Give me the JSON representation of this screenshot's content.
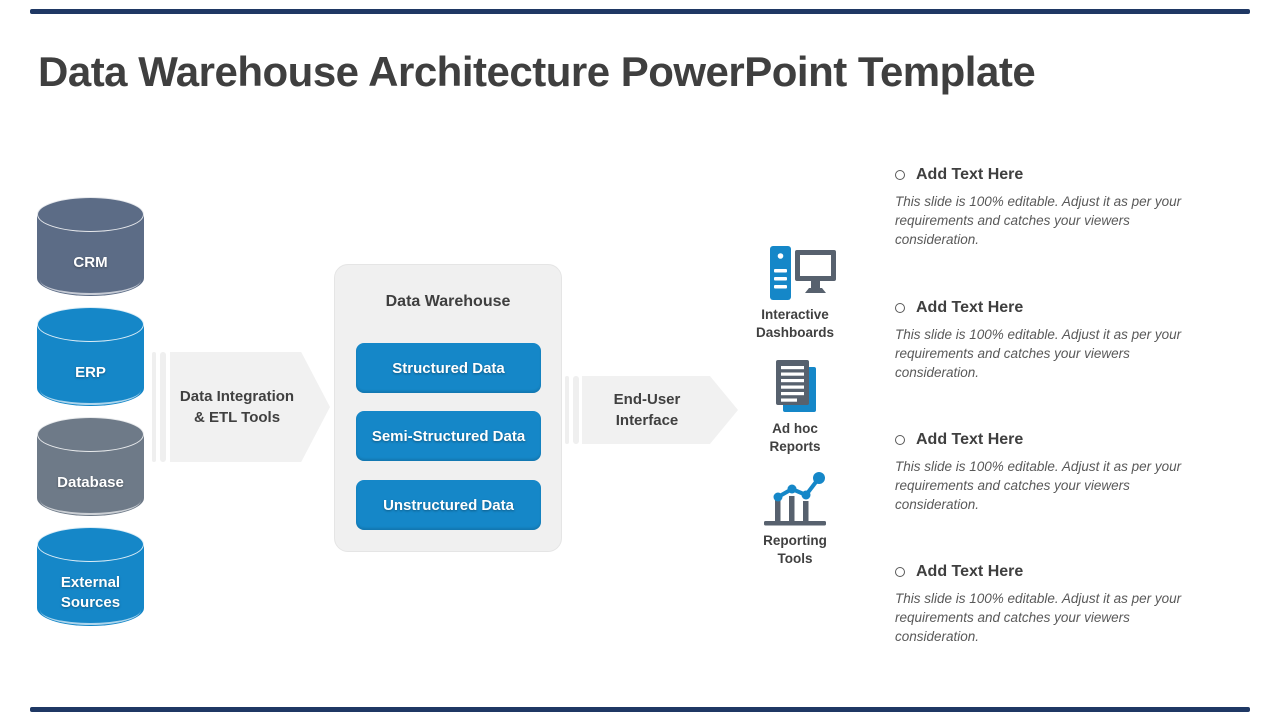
{
  "slide": {
    "title": "Data Warehouse Architecture PowerPoint Template",
    "accent_bar_color": "#1F3864",
    "primary_blue": "#1587C8",
    "gray_blue": "#5C6C86",
    "slate_gray": "#6E7A88",
    "panel_gray": "#F0F0F0",
    "text_dark": "#3F3F3F"
  },
  "sources": [
    {
      "label": "CRM",
      "color": "#5C6C86"
    },
    {
      "label": "ERP",
      "color": "#1587C8"
    },
    {
      "label": "Database",
      "color": "#6E7A88"
    },
    {
      "label": "External Sources",
      "color": "#1587C8"
    }
  ],
  "flow": {
    "etl_arrow_label": "Data Integration & ETL Tools",
    "warehouse": {
      "title": "Data Warehouse",
      "layers": [
        "Structured Data",
        "Semi-Structured Data",
        "Unstructured Data"
      ],
      "layer_color": "#1587C8"
    },
    "endpoint_arrow_label": "End-User Interface"
  },
  "outputs": [
    {
      "label": "Interactive Dashboards",
      "icon": "dashboard-computer-icon"
    },
    {
      "label": "Ad hoc Reports",
      "icon": "document-report-icon"
    },
    {
      "label": "Reporting Tools",
      "icon": "chart-growth-icon"
    }
  ],
  "notes": [
    {
      "heading": "Add Text Here",
      "body": "This slide is 100% editable. Adjust it as per your requirements and catches your viewers consideration."
    },
    {
      "heading": "Add Text Here",
      "body": "This slide is 100% editable. Adjust it as per your requirements and catches your viewers consideration."
    },
    {
      "heading": "Add Text Here",
      "body": "This slide is 100% editable. Adjust it as per your requirements and catches your viewers consideration."
    },
    {
      "heading": "Add Text Here",
      "body": "This slide is 100% editable. Adjust it as per your requirements and catches your viewers consideration."
    }
  ]
}
